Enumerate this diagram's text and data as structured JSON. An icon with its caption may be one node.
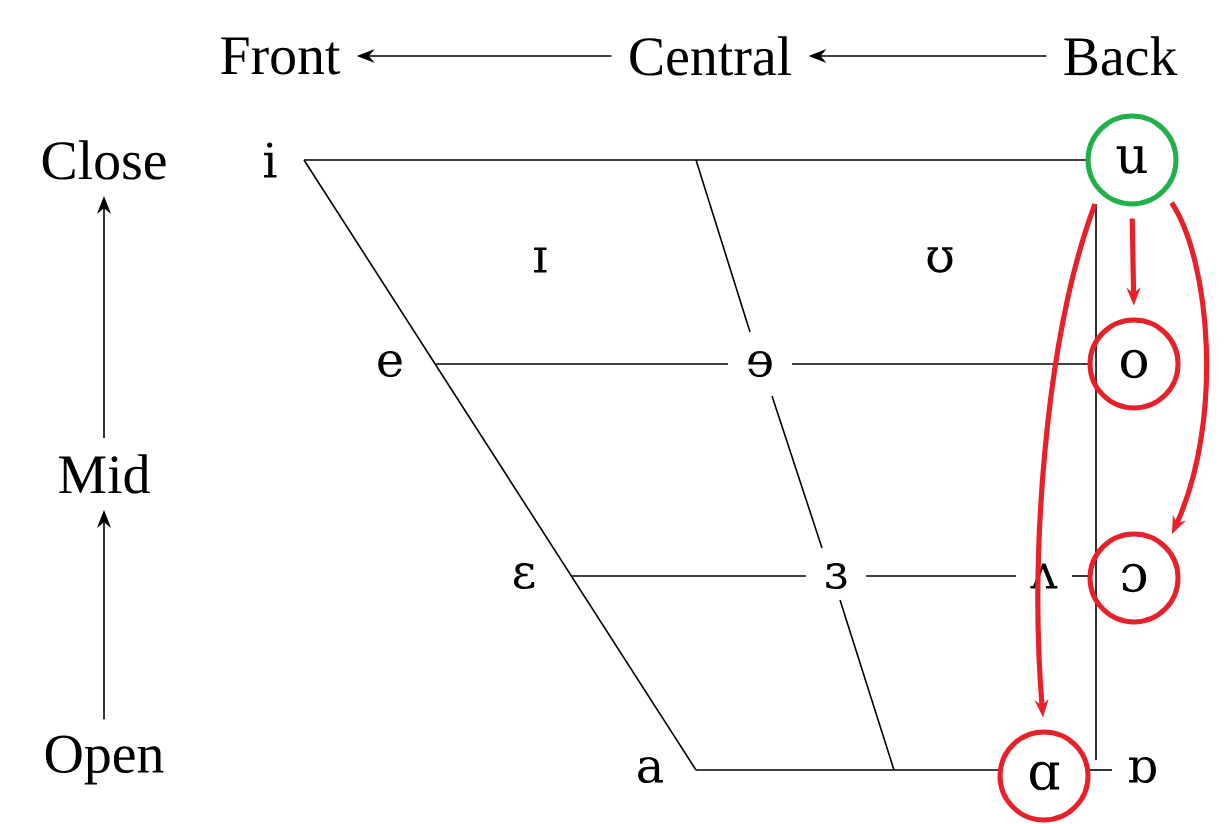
{
  "diagram": {
    "nodes": [
      {
        "text": [
          "Front"
        ]
      },
      {
        "text": [
          "Central"
        ]
      },
      {
        "text": [
          "Back"
        ]
      },
      {
        "text": [
          "Close"
        ]
      },
      {
        "text": [
          "Mid"
        ]
      },
      {
        "text": [
          "Open"
        ]
      },
      {
        "text": [
          "u"
        ]
      },
      {
        "text": [
          "o"
        ]
      },
      {
        "text": [
          "ɔ"
        ]
      },
      {
        "text": [
          "ɑ"
        ]
      }
    ],
    "edges": [
      {
        "from": 1,
        "to": 0,
        "arrow": "to"
      },
      {
        "from": 2,
        "to": 1,
        "arrow": "to"
      },
      {
        "from": 4,
        "to": 3,
        "arrow": "to"
      },
      {
        "from": 5,
        "to": 4,
        "arrow": "to"
      },
      {
        "from": 6,
        "to": 7,
        "arrow": "to",
        "style": "thick",
        "color": "#e8202a"
      },
      {
        "from": 6,
        "to": 8,
        "arrow": "to",
        "style": "thick",
        "color": "#e8202a"
      },
      {
        "from": 6,
        "to": 9,
        "arrow": "to",
        "style": "thick",
        "color": "#e8202a"
      }
    ],
    "labels": [
      "i",
      "ɪ",
      "ʊ",
      "e",
      "ɘ",
      "ɛ",
      "ɜ",
      "ʌ",
      "a",
      "ɒ"
    ]
  }
}
